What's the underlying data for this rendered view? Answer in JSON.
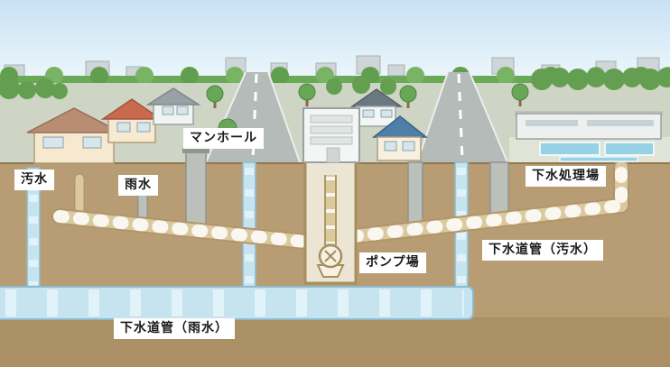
{
  "diagram": {
    "name": "sewer-system-cross-section",
    "labels": {
      "sewage": "汚水",
      "rain": "雨水",
      "manhole": "マンホール",
      "pump_station": "ポンプ場",
      "treatment_plant": "下水処理場",
      "pipe_sewage": "下水道管（汚水）",
      "pipe_rain": "下水道管（雨水）"
    },
    "colors": {
      "sky_top": "#c7e2f3",
      "sky_bottom": "#f4fafd",
      "treeline": "#6aa958",
      "surface": "#cfd5c5",
      "road": "#b4bbb9",
      "underground": "#b89d74",
      "underground_deep": "#ab9065",
      "pipe_sewage": "#dbc99e",
      "pipe_rain": "#c6e4f0",
      "shaft_gray": "#bcc0ba",
      "pool_blue": "#97d1e5",
      "label_bg": "#ffffff",
      "label_text": "#1a1a1a"
    }
  }
}
